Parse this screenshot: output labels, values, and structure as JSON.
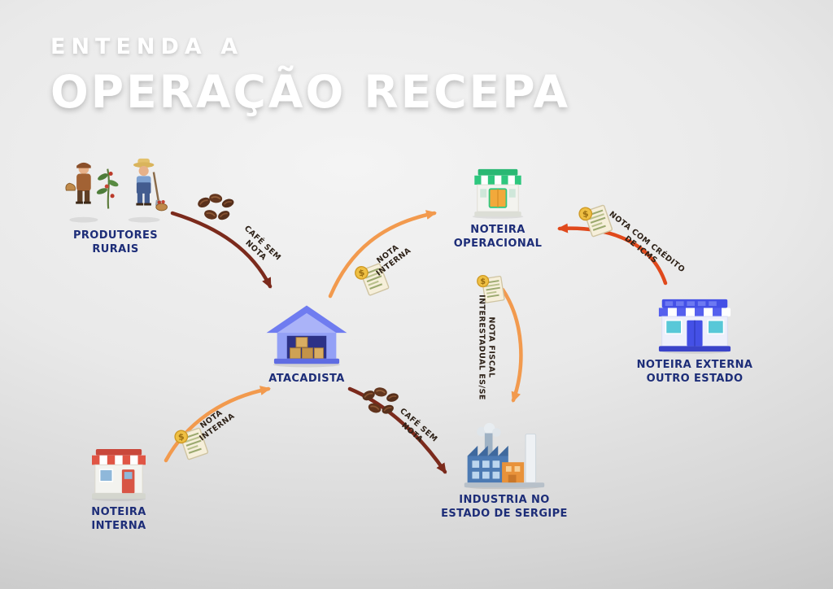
{
  "header": {
    "kicker": "ENTENDA A",
    "title": "OPERAÇÃO RECEPA"
  },
  "colors": {
    "background": "#d9d9d9",
    "title_text": "#ffffff",
    "node_label_text": "#1d2d78",
    "flow_label_text": "#2d2117",
    "arrow_orange": "#F29A4E",
    "arrow_dark_red": "#7B2A1C",
    "arrow_red_orange": "#E0491C"
  },
  "nodes": {
    "produtores": {
      "lines": [
        "PRODUTORES",
        "RURAIS"
      ],
      "icon": "farmers-icon"
    },
    "noteira_operacional": {
      "lines": [
        "NOTEIRA",
        "OPERACIONAL"
      ],
      "icon": "green-store-icon"
    },
    "noteira_externa": {
      "lines": [
        "NOTEIRA EXTERNA",
        "OUTRO ESTADO"
      ],
      "icon": "blue-store-icon"
    },
    "atacadista": {
      "lines": [
        "ATACADISTA"
      ],
      "icon": "warehouse-icon"
    },
    "noteira_interna": {
      "lines": [
        "NOTEIRA",
        "INTERNA"
      ],
      "icon": "red-store-icon"
    },
    "industria": {
      "lines": [
        "INDUSTRIA NO",
        "ESTADO DE SERGIPE"
      ],
      "icon": "factory-icon"
    }
  },
  "flows": {
    "produtores_to_atacadista": {
      "lines": [
        "CAFÉ SEM",
        "NOTA"
      ],
      "icon": "coffee-beans-icon",
      "color": "#7B2A1C"
    },
    "atacadista_to_operacional": {
      "lines": [
        "NOTA",
        "INTERNA"
      ],
      "icon": "invoice-icon",
      "color": "#F29A4E"
    },
    "externa_to_operacional": {
      "lines": [
        "NOTA COM CRÉDITO",
        "DE ICMS"
      ],
      "icon": "invoice-icon",
      "color": "#E0491C"
    },
    "operacional_to_industria": {
      "lines": [
        "NOTA FISCAL",
        "INTERESTADUAL ES/SE"
      ],
      "icon": "invoice-icon",
      "color": "#F29A4E"
    },
    "interna_to_atacadista": {
      "lines": [
        "NOTA",
        "INTERNA"
      ],
      "icon": "invoice-icon",
      "color": "#F29A4E"
    },
    "atacadista_to_industria": {
      "lines": [
        "CAFÉ SEM",
        "NOTA"
      ],
      "icon": "coffee-beans-icon",
      "color": "#7B2A1C"
    }
  }
}
